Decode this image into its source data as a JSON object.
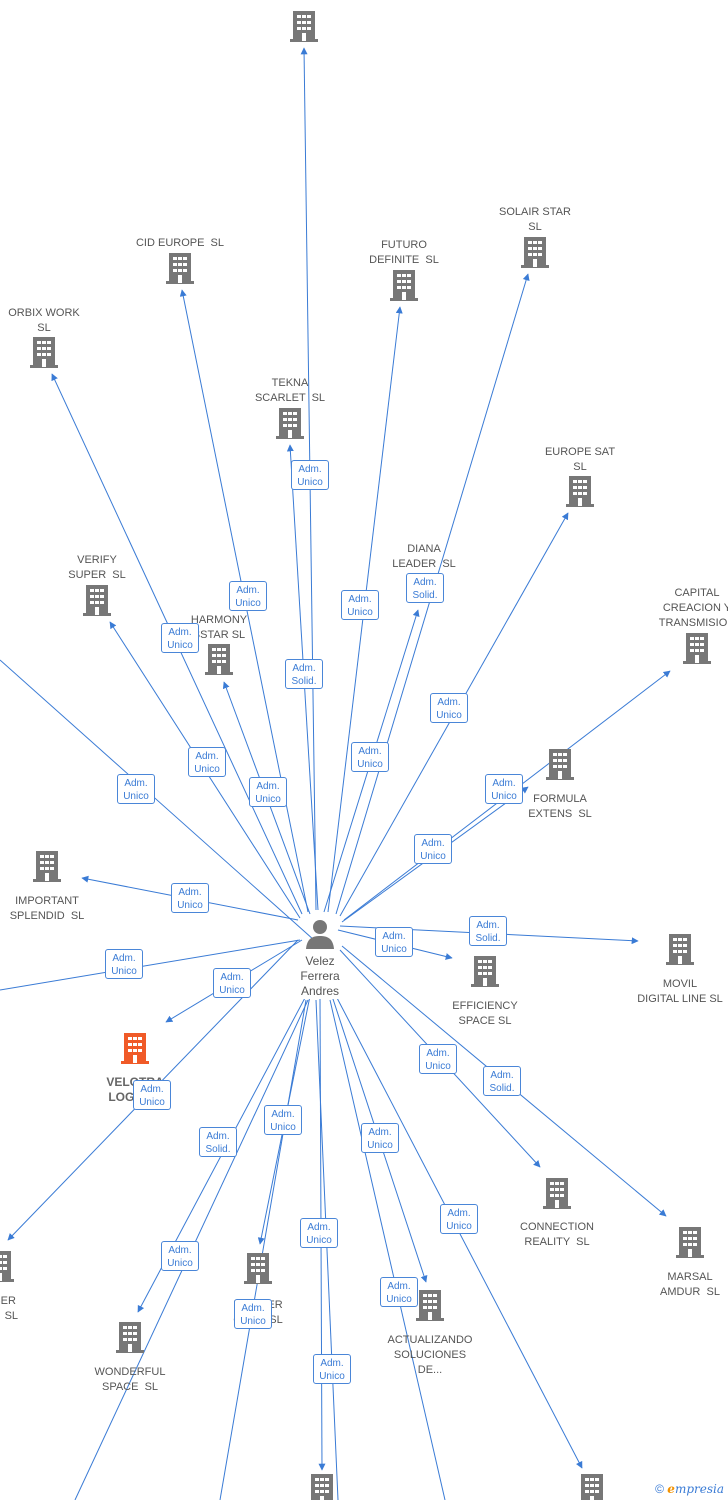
{
  "colors": {
    "edge": "#3a7bd5",
    "node": "#777777",
    "highlight": "#f05a28",
    "badge_text": "#3a7bd5"
  },
  "center": {
    "name": "Velez\nFerrera\nAndres",
    "icon": "person-icon"
  },
  "nodes": [
    {
      "id": "top",
      "label": ""
    },
    {
      "id": "cid",
      "label": "CID EUROPE  SL"
    },
    {
      "id": "futuro",
      "label": "FUTURO\nDEFINITE  SL"
    },
    {
      "id": "solair",
      "label": "SOLAIR STAR\nSL"
    },
    {
      "id": "orbix",
      "label": "ORBIX WORK\nSL"
    },
    {
      "id": "tekna",
      "label": "TEKNA\nSCARLET  SL"
    },
    {
      "id": "europesat",
      "label": "EUROPE SAT\nSL"
    },
    {
      "id": "diana",
      "label": "DIANA\nLEADER  SL"
    },
    {
      "id": "verify",
      "label": "VERIFY\nSUPER  SL"
    },
    {
      "id": "harmony",
      "label": "HARMONY\nSSTAR SL"
    },
    {
      "id": "capital",
      "label": "CAPITAL\nCREACION Y\nTRANSMISION"
    },
    {
      "id": "formula",
      "label": "FORMULA\nEXTENS  SL"
    },
    {
      "id": "important",
      "label": "IMPORTANT\nSPLENDID  SL"
    },
    {
      "id": "efficiency",
      "label": "EFFICIENCY\nSPACE SL"
    },
    {
      "id": "movil",
      "label": "MOVIL\nDIGITAL LINE SL"
    },
    {
      "id": "velotra",
      "label": "VELOTRA\nLOGIST..."
    },
    {
      "id": "connection",
      "label": "CONNECTION\nREALITY  SL"
    },
    {
      "id": "marsal",
      "label": "MARSAL\nAMDUR  SL"
    },
    {
      "id": "laser",
      "label": "...SER\n...S  SL"
    },
    {
      "id": "wonderful",
      "label": "WONDERFUL\nSPACE  SL"
    },
    {
      "id": "dpinder",
      "label": "DPINDER\nCR...U SL"
    },
    {
      "id": "actualizando",
      "label": "ACTUALIZANDO\nSOLUCIONES\nDE..."
    },
    {
      "id": "bottom1",
      "label": ""
    },
    {
      "id": "bottom2",
      "label": ""
    }
  ],
  "badges": [
    {
      "text": "Adm.\nUnico"
    },
    {
      "text": "Adm.\nUnico"
    },
    {
      "text": "Adm.\nUnico"
    },
    {
      "text": "Adm.\nSolid."
    },
    {
      "text": "Adm.\nUnico"
    },
    {
      "text": "Adm.\nSolid."
    },
    {
      "text": "Adm.\nUnico"
    },
    {
      "text": "Adm.\nUnico"
    },
    {
      "text": "Adm.\nUnico"
    },
    {
      "text": "Adm.\nUnico"
    },
    {
      "text": "Adm.\nUnico"
    },
    {
      "text": "Adm.\nUnico"
    },
    {
      "text": "Adm.\nUnico"
    },
    {
      "text": "Adm.\nUnico"
    },
    {
      "text": "Adm.\nUnico"
    },
    {
      "text": "Adm.\nSolid."
    },
    {
      "text": "Adm.\nUnico"
    },
    {
      "text": "Adm.\nUnico"
    },
    {
      "text": "Adm.\nUnico"
    },
    {
      "text": "Adm.\nSolid."
    },
    {
      "text": "Adm.\nUnico"
    },
    {
      "text": "Adm.\nSolid."
    },
    {
      "text": "Adm.\nUnico"
    },
    {
      "text": "Adm.\nUnico"
    },
    {
      "text": "Adm.\nUnico"
    },
    {
      "text": "Adm.\nUnico"
    },
    {
      "text": "Adm.\nUnico"
    },
    {
      "text": "Adm.\nUnico"
    },
    {
      "text": "Adm.\nUnico"
    },
    {
      "text": "Adm.\nUnico"
    }
  ],
  "footer": {
    "copyright": "©",
    "brand_initial": "e",
    "brand_rest": "mpresia"
  }
}
